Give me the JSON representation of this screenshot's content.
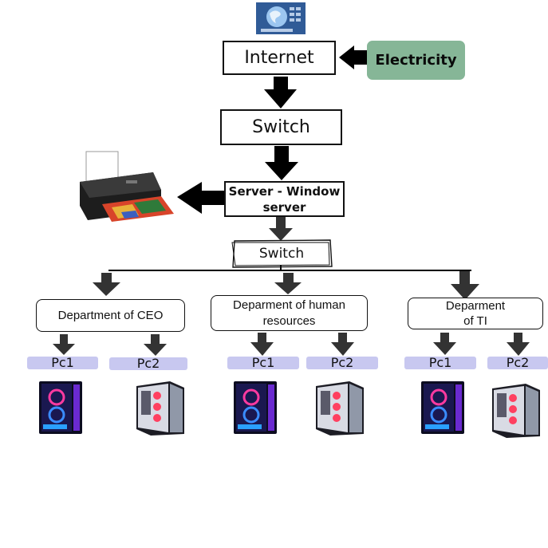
{
  "top_image": {
    "icon": "globe-keyboard-icon"
  },
  "internet": {
    "label": "Internet"
  },
  "electricity": {
    "label": "Electricity",
    "color": "#86b697"
  },
  "switch_top": {
    "label": "Switch"
  },
  "server": {
    "line1": "Server - Window",
    "line2": "server"
  },
  "printer": {
    "icon": "printer-icon"
  },
  "switch_mid": {
    "label": "Switch"
  },
  "departments": [
    {
      "line1": "Department of CEO",
      "line2": "",
      "pcs": [
        "Pc1",
        "Pc2"
      ]
    },
    {
      "line1": "Deparment of human",
      "line2": "resources",
      "pcs": [
        "Pc1",
        "Pc2"
      ]
    },
    {
      "line1": "Deparment",
      "line2": "of TI",
      "pcs": [
        "Pc1",
        "Pc2"
      ]
    }
  ],
  "pc_label_color": "#c8c8f0",
  "arrow_color": "#000000"
}
